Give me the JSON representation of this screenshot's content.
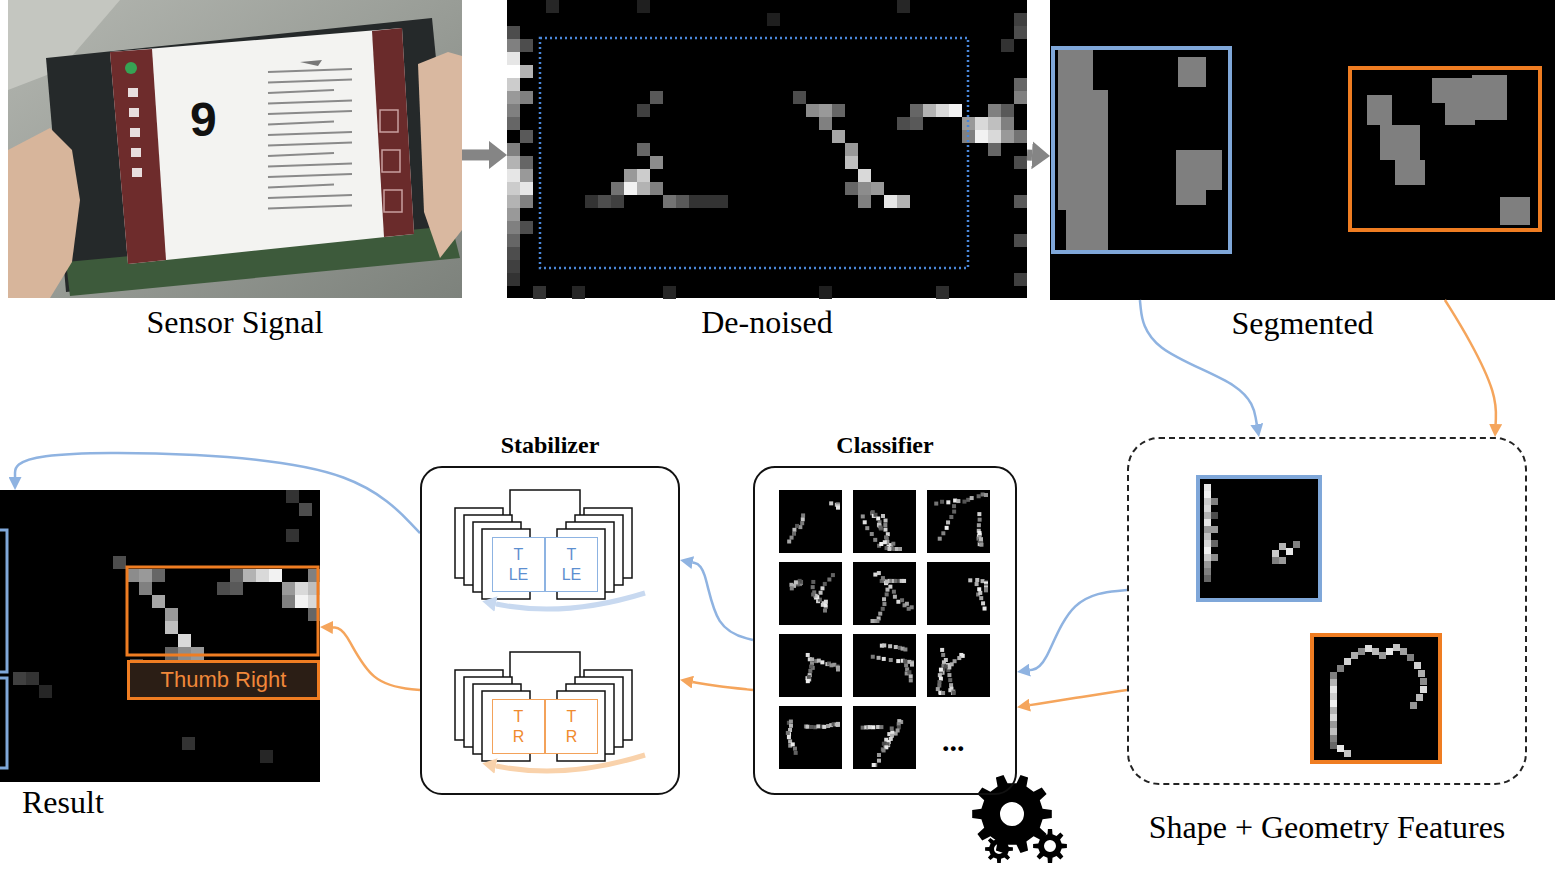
{
  "diagram": {
    "nodes": [
      {
        "text": [
          "Sensor Signal"
        ]
      },
      {
        "text": [
          "De-noised"
        ]
      },
      {
        "text": [
          "Segmented"
        ]
      },
      {
        "text": [
          "Result"
        ]
      },
      {
        "text": [
          "Thumb Right"
        ],
        "in": 3
      },
      {
        "text": [
          "Stabilizer"
        ]
      },
      {
        "text": [
          "T LE"
        ],
        "in": 5
      },
      {
        "text": [
          "T LE"
        ],
        "in": 5
      },
      {
        "text": [
          "T R"
        ],
        "in": 5
      },
      {
        "text": [
          "T R"
        ],
        "in": 5
      },
      {
        "text": [
          "Classifier"
        ]
      },
      {
        "text": [
          "Shape + Geometry Features"
        ]
      }
    ],
    "edges": [
      {
        "from": 0,
        "to": 1,
        "arrow": "to"
      },
      {
        "from": 1,
        "to": 2,
        "arrow": "to"
      },
      {
        "from": 2,
        "to": 11,
        "arrow": "to"
      },
      {
        "from": 2,
        "to": 11,
        "arrow": "to"
      },
      {
        "from": 11,
        "to": 10,
        "arrow": "to"
      },
      {
        "from": 11,
        "to": 10,
        "arrow": "to"
      },
      {
        "from": 10,
        "to": 5,
        "arrow": "to"
      },
      {
        "from": 10,
        "to": 5,
        "arrow": "to"
      },
      {
        "from": 5,
        "to": 3,
        "arrow": "to"
      },
      {
        "from": 5,
        "to": 3,
        "arrow": "to"
      }
    ],
    "labels": [
      "9",
      "..."
    ]
  }
}
